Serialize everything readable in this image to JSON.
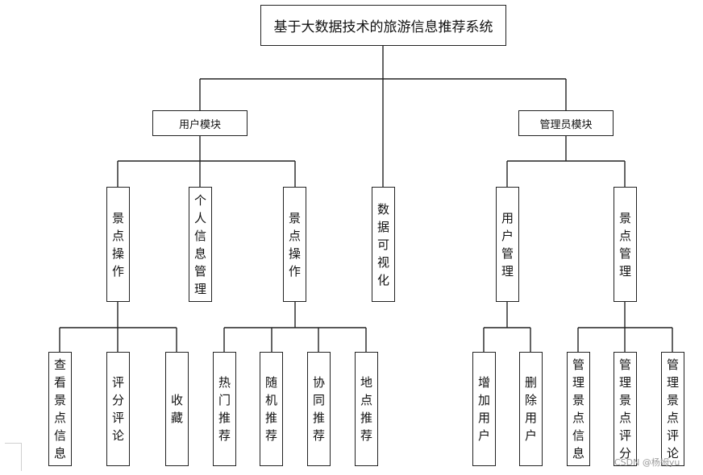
{
  "root": "基于大数据技术的旅游信息推荐系统",
  "level1": {
    "user_module": "用户模块",
    "visualization": "数据可视化",
    "admin_module": "管理员模块"
  },
  "user_children": {
    "scenic_ops_1": "景点操作",
    "personal_info": "个人信息管理",
    "scenic_ops_2": "景点操作"
  },
  "admin_children": {
    "user_mgmt": "用户管理",
    "scenic_mgmt": "景点管理"
  },
  "leaves": {
    "view_info": "查看景点信息",
    "rate_review": "评分评论",
    "favorite": "收藏",
    "hot_rec": "热门推荐",
    "random_rec": "随机推荐",
    "collab_rec": "协同推荐",
    "location_rec": "地点推荐",
    "add_user": "增加用户",
    "delete_user": "删除用户",
    "manage_info": "管理景点信息",
    "manage_rating": "管理景点评分",
    "manage_review": "管理景点评论"
  },
  "watermark": "CSDN @杨姆yu"
}
